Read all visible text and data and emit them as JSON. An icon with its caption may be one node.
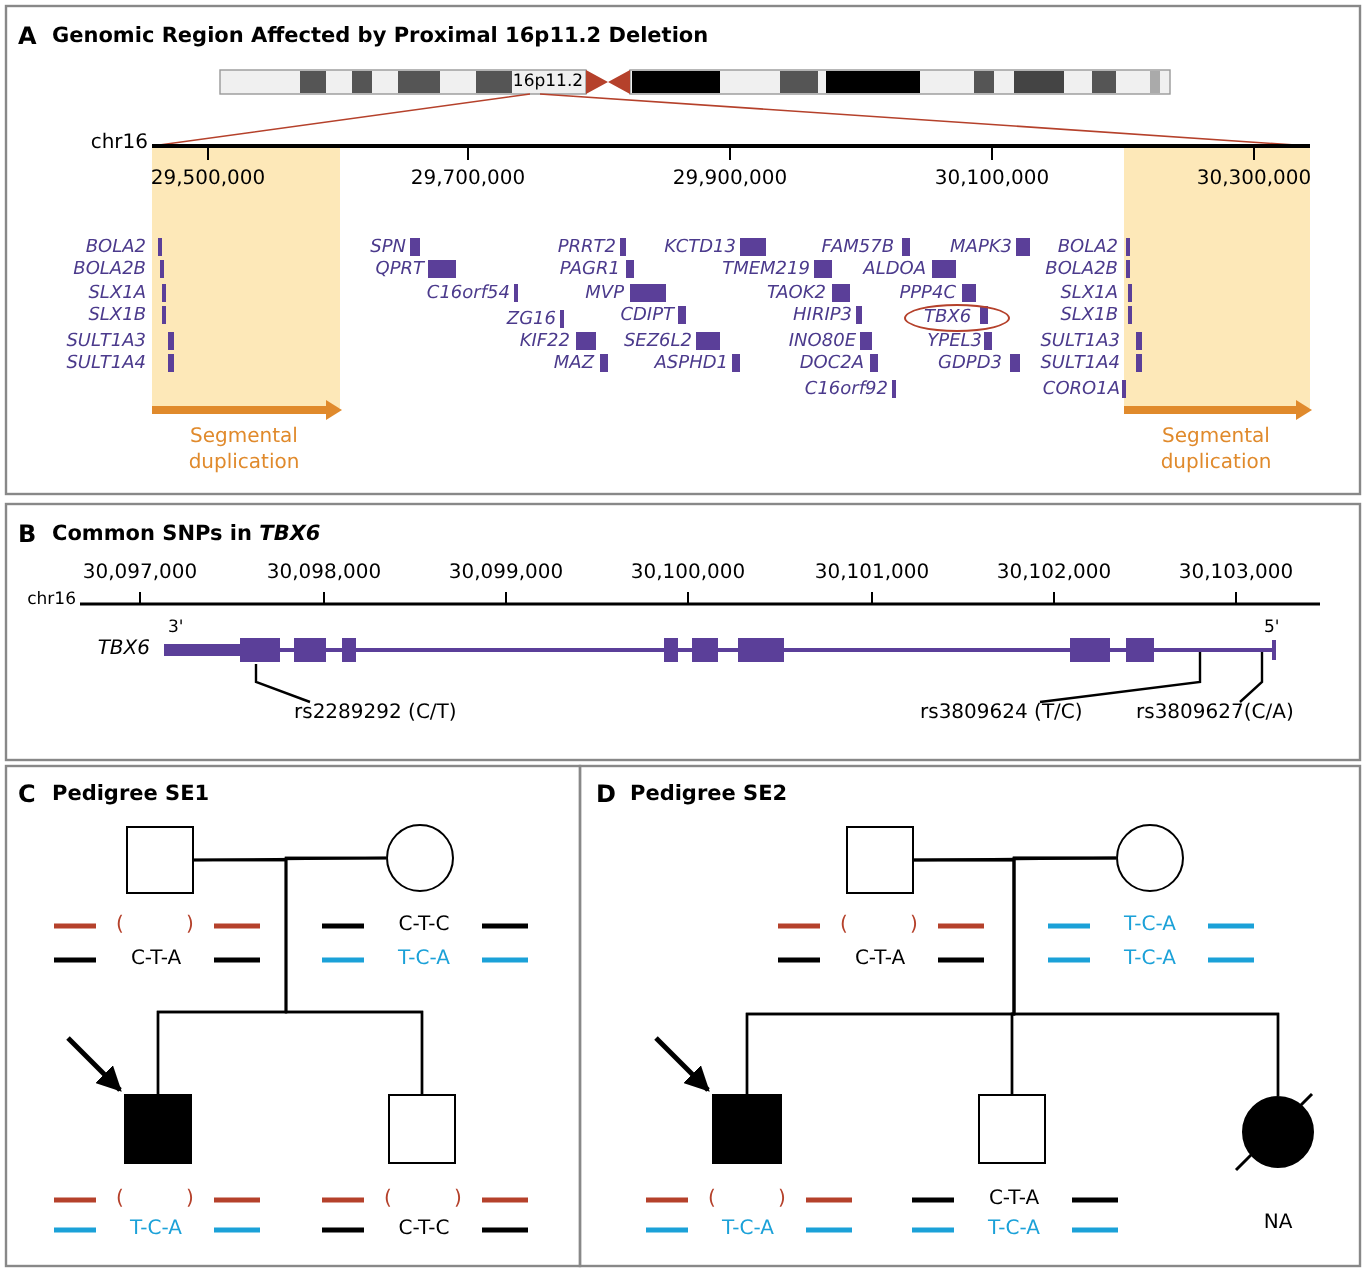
{
  "diagram": {
    "nodes": [
      {
        "text": [
          "TBX6"
        ]
      },
      {
        "text": [
          "rs2289292 (C/T)"
        ]
      },
      {
        "text": [
          "rs3809624 (T/C)"
        ]
      },
      {
        "text": [
          "rs3809627(C/A)"
        ]
      },
      {
        "text": [],
        "shape": "box",
        "beside": [
          "(",
          ")",
          "C-T-A"
        ]
      },
      {
        "text": [],
        "shape": "circle",
        "beside": [
          "C-T-C",
          "T-C-A"
        ]
      },
      {
        "text": [],
        "shape": "box",
        "beside": [
          "(",
          ")",
          "T-C-A"
        ]
      },
      {
        "text": [],
        "shape": "box",
        "beside": [
          "(",
          ")",
          "C-T-C"
        ]
      },
      {
        "text": [],
        "shape": "box",
        "beside": [
          "(",
          ")",
          "C-T-A"
        ]
      },
      {
        "text": [],
        "shape": "circle",
        "beside": [
          "T-C-A",
          "T-C-A"
        ]
      },
      {
        "text": [],
        "shape": "box",
        "beside": [
          "(",
          ")",
          "T-C-A"
        ]
      },
      {
        "text": [],
        "shape": "box",
        "beside": [
          "C-T-A",
          "T-C-A"
        ]
      },
      {
        "text": [],
        "shape": "circle",
        "beside": [
          "NA"
        ]
      }
    ],
    "edges": [
      {
        "from": 1,
        "to": null,
        "arrow": "none"
      },
      {
        "from": 2,
        "to": null,
        "arrow": "none"
      },
      {
        "from": 3,
        "to": null,
        "arrow": "none"
      },
      {
        "from": 4,
        "to": 5,
        "arrow": "none"
      },
      {
        "from": 4,
        "to": 6,
        "arrow": "none"
      },
      {
        "from": 5,
        "to": 6,
        "arrow": "none"
      },
      {
        "from": 4,
        "to": 7,
        "arrow": "none"
      },
      {
        "from": 5,
        "to": 7,
        "arrow": "none"
      },
      {
        "from": null,
        "to": 6,
        "arrow": "to"
      },
      {
        "from": 8,
        "to": 9,
        "arrow": "none"
      },
      {
        "from": 8,
        "to": 10,
        "arrow": "none"
      },
      {
        "from": 9,
        "to": 10,
        "arrow": "none"
      },
      {
        "from": 8,
        "to": 11,
        "arrow": "none"
      },
      {
        "from": 9,
        "to": 11,
        "arrow": "none"
      },
      {
        "from": 8,
        "to": 12,
        "arrow": "none"
      },
      {
        "from": 9,
        "to": 12,
        "arrow": "none"
      },
      {
        "from": null,
        "to": 10,
        "arrow": "to"
      }
    ],
    "labels": [
      "A",
      "Genomic Region Affected by Proximal 16p11.2 Deletion",
      "16p11.2",
      "chr16",
      "29,500,000",
      "29,700,000",
      "29,900,000",
      "30,100,000",
      "30,300,000",
      "BOLA2",
      "BOLA2B",
      "SLX1A",
      "SLX1B",
      "SULT1A3",
      "SULT1A4",
      "SPN",
      "QPRT",
      "C16orf54",
      "ZG16",
      "KIF22",
      "MAZ",
      "PRRT2",
      "PAGR1",
      "MVP",
      "CDIPT",
      "SEZ6L2",
      "ASPHD1",
      "KCTD13",
      "TMEM219",
      "TAOK2",
      "HIRIP3",
      "INO80E",
      "DOC2A",
      "C16orf92",
      "FAM57B",
      "ALDOA",
      "PPP4C",
      "YPEL3",
      "GDPD3",
      "MAPK3",
      "BOLA2",
      "BOLA2B",
      "SLX1A",
      "SLX1B",
      "SULT1A3",
      "SULT1A4",
      "CORO1A",
      "Segmental duplication",
      "Segmental duplication",
      "B",
      "Common SNPs in *TBX6*",
      "30,097,000",
      "30,098,000",
      "30,099,000",
      "30,100,000",
      "30,101,000",
      "30,102,000",
      "30,103,000",
      "chr16",
      "TBX6",
      "3'",
      "5'",
      "C",
      "Pedigree SE1",
      "D",
      "Pedigree SE2"
    ]
  }
}
